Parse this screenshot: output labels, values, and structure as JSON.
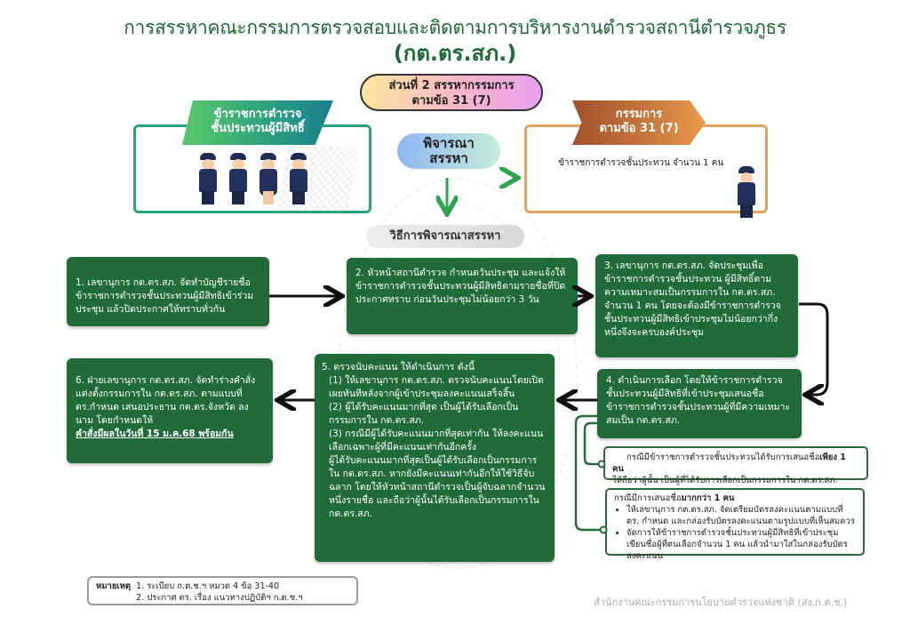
{
  "header": {
    "title": "การสรรหาคณะกรรมการตรวจสอบและติดตามการบริหารงานตำรวจสถานีตำรวจภูธร",
    "subtitle": "(กต.ตร.สภ.)"
  },
  "section_pill": {
    "line1": "ส่วนที่ 2 สรรหากรรมการ",
    "line2": "ตามข้อ 31 (7)"
  },
  "left_card": {
    "line1": "ข้าราชการตำรวจ",
    "line2": "ชั้นประทวนผู้มีสิทธิ์",
    "icon": "police-officers-illustration"
  },
  "consider_pill": {
    "line1": "พิจารณา",
    "line2": "สรรหา"
  },
  "right_card": {
    "line1": "กรรมการ",
    "line2": "ตามข้อ 31 (7)",
    "text": "ข้าราชการตำรวจชั้นประทวน จำนวน 1 คน",
    "icon": "police-officer-illustration"
  },
  "method_pill": {
    "label": "วิธีการพิจารณาสรรหา"
  },
  "steps": [
    {
      "text": "1. เลขานุการ กต.ตร.สภ. จัดทำบัญชีรายชื่อข้าราชการตำรวจชั้นประทวนผู้มีสิทธิเข้าร่วมประชุม แล้วปิดประกาศให้ทราบทั่วกัน"
    },
    {
      "text": "2. หัวหน้าสถานีตำรวจ กำหนดวันประชุม และแจ้งให้ข้าราชการตำรวจชั้นประทวนผู้มีสิทธิตามรายชื่อที่ปิดประกาศทราบ ก่อนวันประชุมไม่น้อยกว่า 3 วัน"
    },
    {
      "text": "3. เลขานุการ กต.ตร.สภ. จัดประชุมเพื่อข้าราชการตำรวจชั้นประทวน ผู้มีสิทธิ์ตามความเหมาะสมเป็นกรรมการใน กต.ตร.สภ. จำนวน 1 คน โดยจะต้องมีข้าราชการตำรวจชั้นประทวนผู้มีสิทธิเข้าประชุมไม่น้อยกว่ากึ่งหนึ่งจึงจะครบองค์ประชุม"
    },
    {
      "text": "4. ดำเนินการเลือก โดยให้ข้าราชการตำรวจชั้นประทวนผู้มีสิทธิที่เข้าประชุมเสนอชื่อข้าราชการตำรวจชั้นประทวนผู้ที่มีความเหมาะสมเป็น กต.ตร.สภ."
    },
    {
      "heading": "5. ตรวจนับคะแนน ให้ดำเนินการ ดังนี้",
      "items": [
        "(1) ให้เลขานุการ กต.ตร.สภ. ตรวจนับคะแนนโดยเปิดเผยทันทีหลังจากผู้เข้าประชุมลงคะแนนเสร็จสิ้น",
        "(2) ผู้ได้รับคะแนนมากที่สุด เป็นผู้ได้รับเลือกเป็นกรรมการใน กต.ตร.สภ.",
        "(3) กรณีมีผู้ได้รับคะแนนมากที่สุดเท่ากัน ให้ลงคะแนนเลือกเฉพาะผู้ที่มีคะแนนเท่ากันอีกครั้ง",
        "ผู้ได้รับคะแนนมากที่สุดเป็นผู้ได้รับเลือกเป็นกรรมการใน กต.ตร.สภ. หากยังมีคะแนนเท่ากันอีกให้ใช้วิธีจับฉลาก โดยให้หัวหน้าสถานีตำรวจเป็นผู้จับฉลากจำนวนหนึ่งรายชื่อ และถือว่าผู้นั้นได้รับเลือกเป็นกรรมการใน กต.ตร.สภ."
      ]
    },
    {
      "text": "6. ฝ่ายเลขานุการ กต.ตร.สภ. จัดทำร่างคำสั่งแต่งตั้งกรรมการใน กต.ตร.สภ. ตามแบบที่ ตร.กำหนด เสนอประธาน กต.ตร.จังหวัด ลงนาม โดยกำหนดให้",
      "emphasis": "คำสั่งมีผลในวันที่ 15 ม.ค.68 พร้อมกัน"
    }
  ],
  "cases": {
    "single": {
      "prefix": "กรณีมีข้าราชการตำรวจชั้นประทวนได้รับการเสนอชื่อ",
      "bold": "เพียง 1 คน",
      "rest": "ให้ถือว่าผู้นั้น เป็นผู้ที่ได้รับการเลือกเป็นกรรมการใน กต.ตร.สภ."
    },
    "multiple": {
      "prefix": "กรณีมีการเสนอชื่อ",
      "bold": "มากกว่า 1 คน",
      "bullets": [
        "ให้เลขานุการ กต.ตร.สภ. จัดเตรียมบัตรลงคะแนนตามแบบที่ ตร. กำหนด และกล่องรับบัตรลงคะแนนตามรูปแบบที่เห็นสมควร",
        "จัดการให้ข้าราชการตำรวจชั้นประทวนผู้มีสิทธิที่เข้าประชุมเขียนชื่อผู้ที่ตนเลือกจำนวน 1 คน แล้วนำมาใส่ในกล่องรับบัตรลงคะแนน"
      ]
    }
  },
  "footer": {
    "note_label": "หมายเหตุ",
    "notes": [
      "1. ระเบียบ ก.ต.ช.ฯ หมวด 4 ข้อ 31-40",
      "2. ประกาศ ตร. เรื่อง แนวทางปฏิบัติฯ ก.ต.ช.ฯ"
    ],
    "organization": "สำนักงานคณะกรรมการนโยบายตำรวจแห่งชาติ (สง.ก.ต.ช.)"
  },
  "colors": {
    "title_green": "#1e6a37",
    "step_green": "#216b3a",
    "left_border": "#2aa37a",
    "right_border": "#e0a35f",
    "arrow_green": "#2ea44f"
  }
}
